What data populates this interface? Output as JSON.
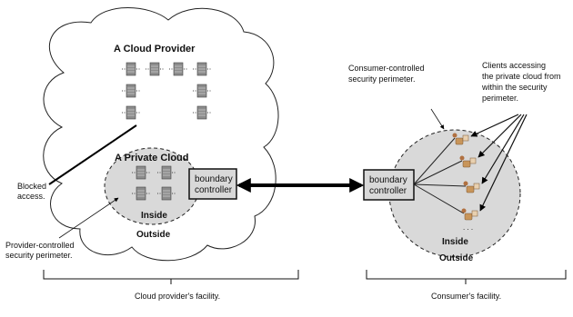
{
  "labels": {
    "cloud_provider": "A Cloud Provider",
    "private_cloud": "A Private Cloud",
    "inside_left": "Inside",
    "outside_left": "Outside",
    "inside_right": "Inside",
    "outside_right": "Outside",
    "boundary_left_1": "boundary",
    "boundary_left_2": "controller",
    "boundary_right_1": "boundary",
    "boundary_right_2": "controller",
    "blocked_1": "Blocked",
    "blocked_2": "access.",
    "provider_perim_1": "Provider-controlled",
    "provider_perim_2": "security perimeter.",
    "consumer_perim_1": "Consumer-controlled",
    "consumer_perim_2": "security perimeter.",
    "clients_1": "Clients accessing",
    "clients_2": "the private cloud from",
    "clients_3": "within the security",
    "clients_4": "perimeter.",
    "dots": ". . .",
    "provider_facility": "Cloud provider's facility.",
    "consumer_facility": "Consumer's facility."
  },
  "icons": {
    "server": "server-icon",
    "client": "client-workstation-icon"
  },
  "colors": {
    "perimeter_fill": "#d9d9d9",
    "server": "#8c8c8c",
    "client": "#c8955a"
  }
}
